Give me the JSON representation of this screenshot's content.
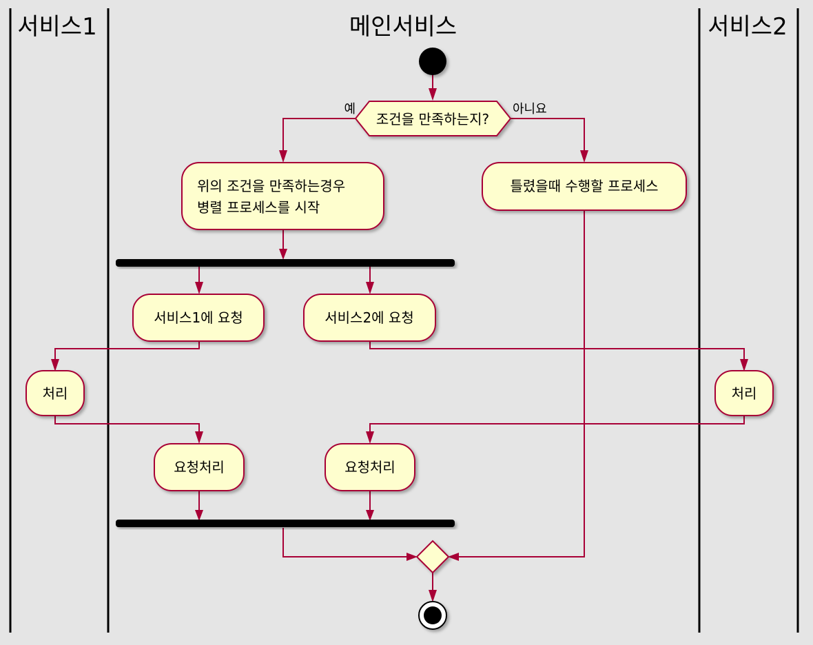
{
  "lanes": {
    "left": "서비스1",
    "center": "메인서비스",
    "right": "서비스2"
  },
  "decision": {
    "label": "조건을 만족하는지?",
    "yes": "예",
    "no": "아니요"
  },
  "activities": {
    "yes_start_line1": "위의 조건을 만족하는경우",
    "yes_start_line2": "병렬 프로세스를 시작",
    "no_process": "틀렸을때 수행할 프로세스",
    "req_service1": "서비스1에 요청",
    "req_service2": "서비스2에 요청",
    "process_service1": "처리",
    "process_service2": "처리",
    "handle1": "요청처리",
    "handle2": "요청처리"
  },
  "colors": {
    "background": "#e5e5e5",
    "node_fill": "#fefece",
    "edge": "#a80036",
    "bar": "#000000"
  }
}
